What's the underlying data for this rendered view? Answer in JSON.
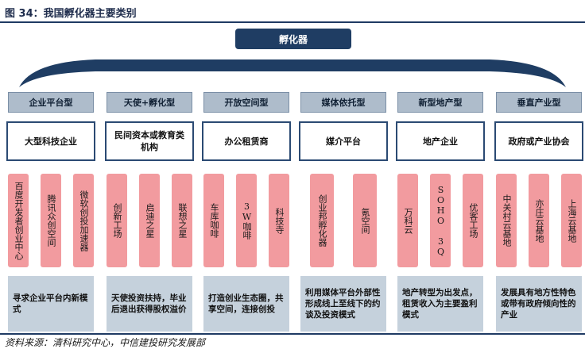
{
  "figure": {
    "title": "图 34：我国孵化器主要类别",
    "source": "资料来源：清科研究中心，中信建投研究发展部"
  },
  "root": {
    "label": "孵化器"
  },
  "colors": {
    "navy": "#1f3d63",
    "category_bg": "#aebccb",
    "example_bg": "#f29b9f",
    "desc_bg": "#c5d1dc"
  },
  "columns": [
    {
      "category": "企业平台型",
      "main": "大型科技企业",
      "examples": [
        "百度开发者创业中心",
        "腾讯众创空间",
        "微软创投加速器"
      ],
      "desc": "寻求企业平台内新模式"
    },
    {
      "category": "天使+孵化型",
      "main": "民间资本或教育类机构",
      "examples": [
        "创新工场",
        "启迪之星",
        "联想之星"
      ],
      "desc": "天使投资扶持，毕业后退出获得股权溢价"
    },
    {
      "category": "开放空间型",
      "main": "办公租赁商",
      "examples": [
        "车库咖啡",
        "3W咖啡",
        "科技寺"
      ],
      "desc": "打造创业生态圈，共享空间，连接创投"
    },
    {
      "category": "媒体依托型",
      "main": "媒介平台",
      "examples": [
        "创业邦孵化器",
        "氪空间"
      ],
      "desc": "利用媒体平台外部性形成线上至线下的约谈及投资模式"
    },
    {
      "category": "新型地产型",
      "main": "地产企业",
      "examples": [
        "万科云",
        "SOHO 3Q",
        "优客工场"
      ],
      "desc": "地产转型为出发点，租赁收入为主要盈利模式"
    },
    {
      "category": "垂直产业型",
      "main": "政府或产业协会",
      "examples": [
        "中关村云基地",
        "亦庄云基地",
        "上海云基地"
      ],
      "desc": "发展具有地方性特色或带有政府倾向性的产业"
    }
  ]
}
